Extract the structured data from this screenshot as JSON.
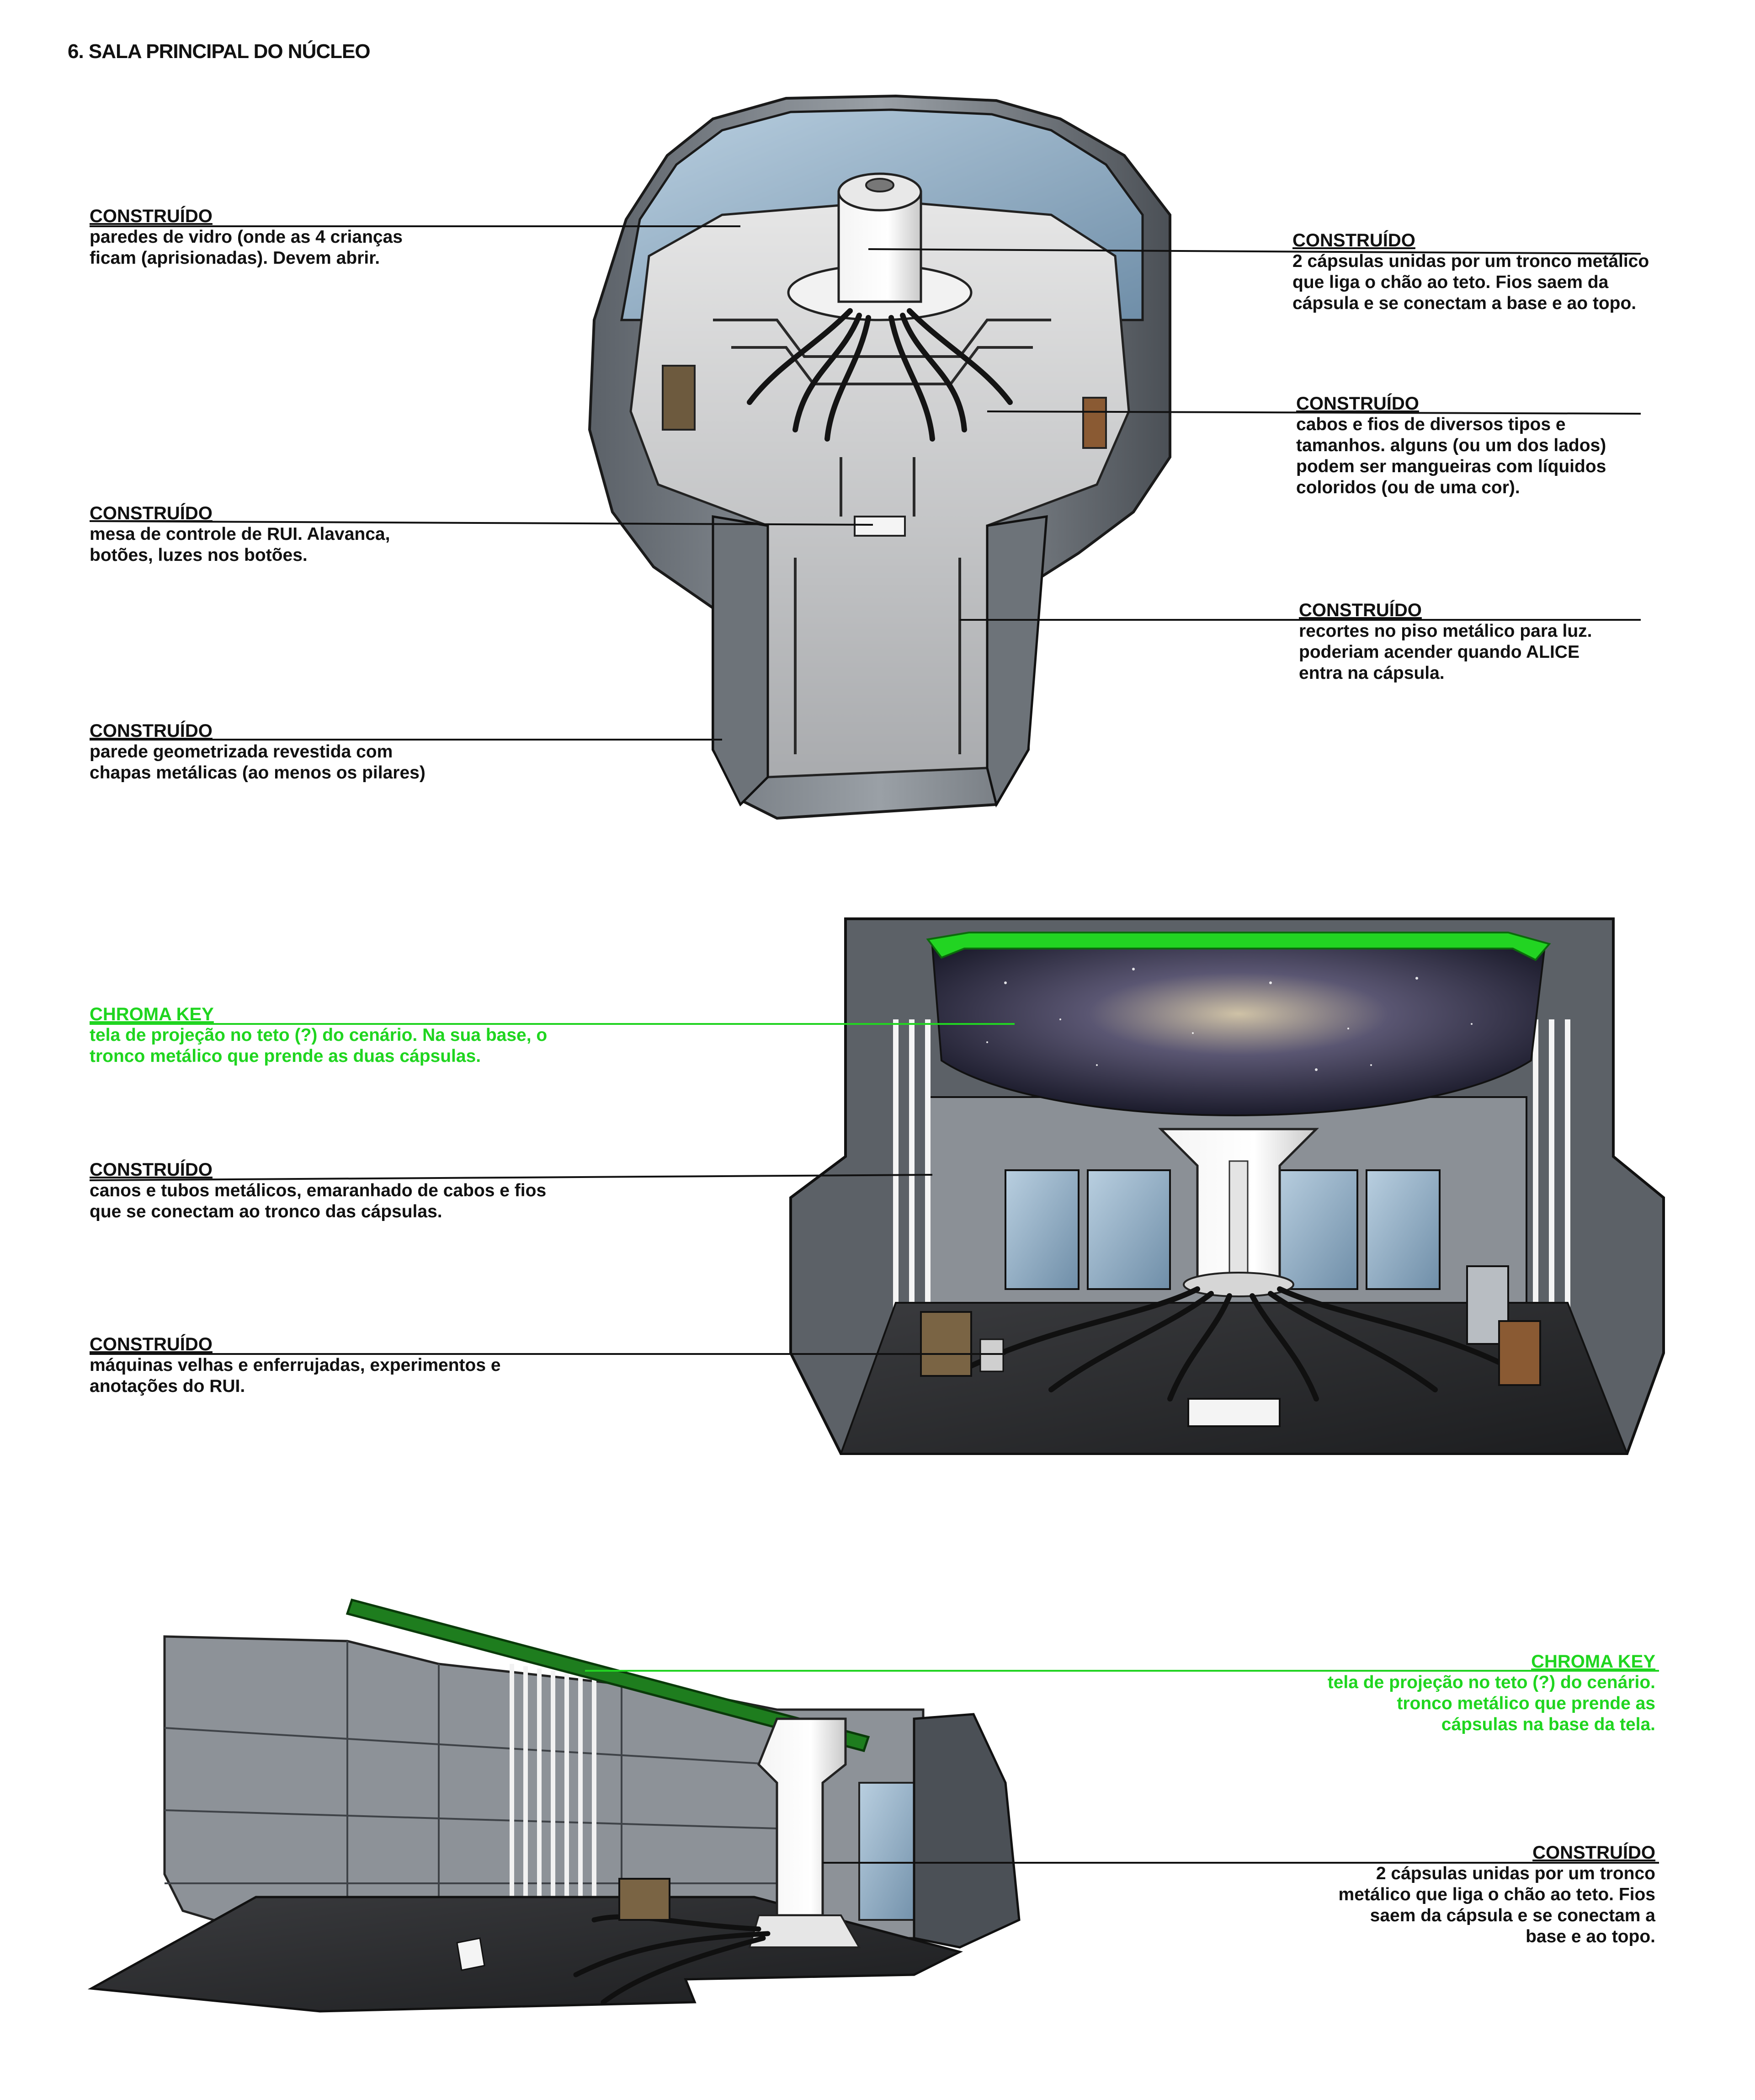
{
  "title": "6. SALA PRINCIPAL DO NÚCLEO",
  "colors": {
    "callout_line": "#111111",
    "chroma": "#22d422",
    "glass": "#8fb0c8",
    "metal_dark": "#4a4f55",
    "metal_light": "#c9ccd0",
    "floor": "#d8d8d8"
  },
  "views": {
    "top": {
      "notes": [
        {
          "head": "CONSTRUÍDO",
          "text": "paredes de vidro (onde as 4 crianças\nficam (aprisionadas). Devem abrir."
        },
        {
          "head": "CONSTRUÍDO",
          "text": "2 cápsulas unidas por um tronco metálico\nque liga o chão ao teto. Fios saem da\ncápsula e se conectam a base e ao topo."
        },
        {
          "head": "CONSTRUÍDO",
          "text": "cabos e fios de diversos tipos e\ntamanhos. alguns (ou um dos lados)\npodem ser mangueiras com líquidos\ncoloridos (ou de uma cor)."
        },
        {
          "head": "CONSTRUÍDO",
          "text": "mesa de controle de RUI. Alavanca,\nbotões, luzes nos botões."
        },
        {
          "head": "CONSTRUÍDO",
          "text": "recortes no piso metálico para luz.\npoderiam acender quando ALICE\nentra na cápsula."
        },
        {
          "head": "CONSTRUÍDO",
          "text": "parede geometrizada revestida com\nchapas metálicas (ao menos os pilares)"
        }
      ]
    },
    "front": {
      "notes": [
        {
          "head": "CHROMA KEY",
          "text": "tela de projeção no teto (?) do cenário. Na sua base, o\ntronco metálico que prende as duas cápsulas."
        },
        {
          "head": "CONSTRUÍDO",
          "text": "canos e tubos metálicos, emaranhado de cabos e fios\nque se conectam ao tronco das cápsulas."
        },
        {
          "head": "CONSTRUÍDO",
          "text": "máquinas velhas e enferrujadas,  experimentos e\nanotações do RUI."
        }
      ]
    },
    "side": {
      "notes": [
        {
          "head": "CHROMA KEY",
          "text": "tela de projeção no teto (?) do cenário.\ntronco metálico que prende as\ncápsulas na base da tela."
        },
        {
          "head": "CONSTRUÍDO",
          "text": "2 cápsulas unidas por um tronco\nmetálico que liga o chão ao teto. Fios\nsaem da cápsula e se conectam a\nbase e ao topo."
        }
      ]
    }
  }
}
